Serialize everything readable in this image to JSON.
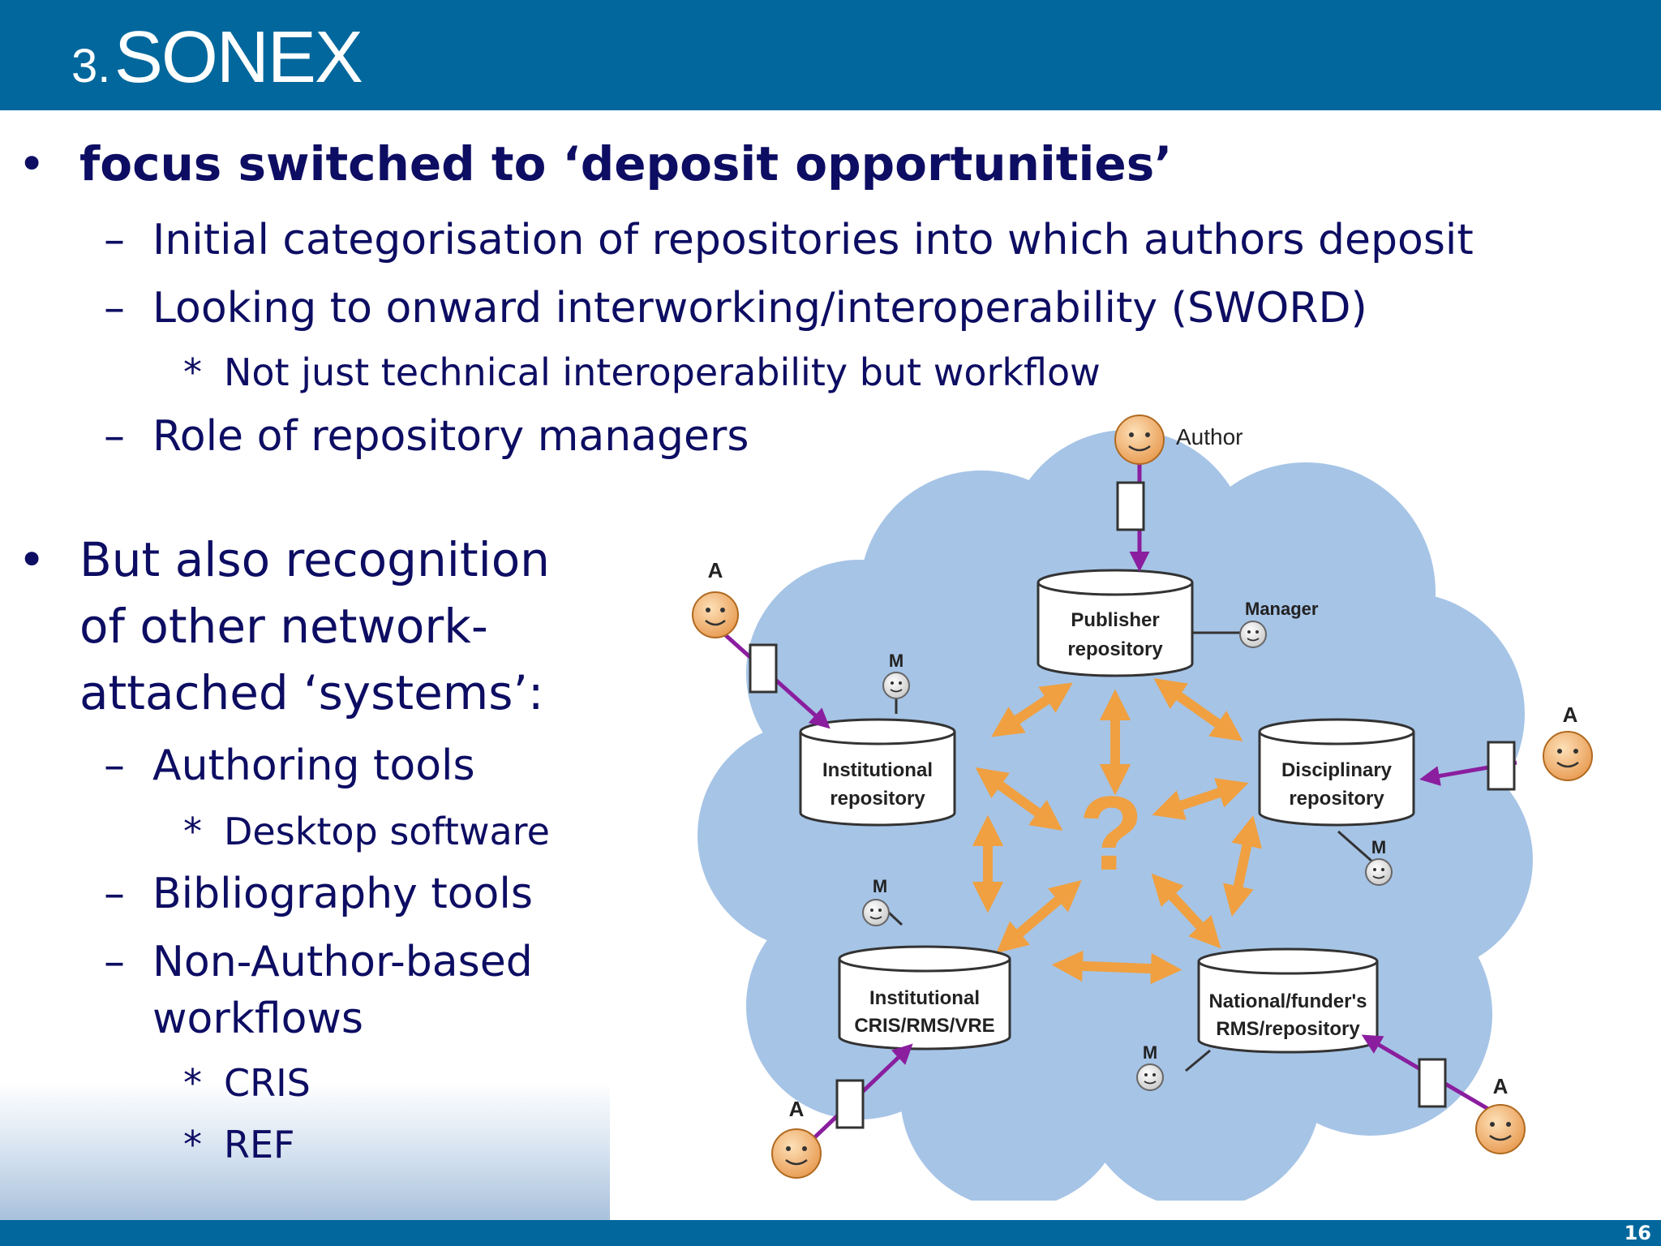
{
  "slide": {
    "title_number": "3.",
    "title_text": "SONEX",
    "page_number": "16"
  },
  "content": {
    "bullet1": "focus switched to ‘deposit opportunities’",
    "sub1": "Initial categorisation of repositories into which authors deposit",
    "sub2": "Looking to onward interworking/interoperability (SWORD)",
    "sub2_star": "Not just technical interoperability but workflow",
    "sub3": "Role of repository managers",
    "bullet2_line1": "But also recognition",
    "bullet2_line2": "of other network-",
    "bullet2_line3": "attached ‘systems’:",
    "sub4": "Authoring tools",
    "sub4_star": "Desktop software",
    "sub5": "Bibliography tools",
    "sub6_line1": "Non-Author-based",
    "sub6_line2": "workflows",
    "sub6_star1": "CRIS",
    "sub6_star2": "REF"
  },
  "diagram": {
    "center_symbol": "?",
    "author_label": "Author",
    "manager_label": "Manager",
    "actor_short": "A",
    "manager_short": "M",
    "publisher_line1": "Publisher",
    "publisher_line2": "repository",
    "institutional_line1": "Institutional",
    "institutional_line2": "repository",
    "disciplinary_line1": "Disciplinary",
    "disciplinary_line2": "repository",
    "cris_line1": "Institutional",
    "cris_line2": "CRIS/RMS/VRE",
    "national_line1": "National/funder's",
    "national_line2": "RMS/repository"
  },
  "colors": {
    "title_bar": "#02679c",
    "text": "#0d0d63",
    "cloud": "#a6c4e6",
    "arrow_orange": "#f0a040",
    "arrow_purple": "#8a1e9e",
    "face": "#f5b87a"
  }
}
